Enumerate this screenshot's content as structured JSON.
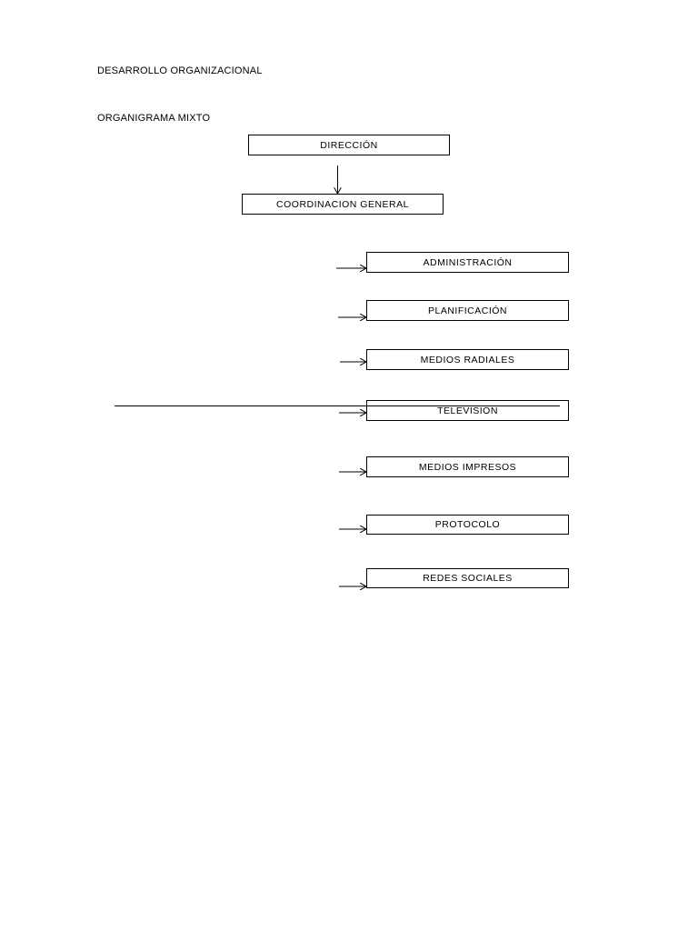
{
  "document": {
    "title": "DESARROLLO ORGANIZACIONAL",
    "subtitle": "ORGANIGRAMA MIXTO"
  },
  "organigram": {
    "top": "DIRECCIÓN",
    "second": "COORDINACION GENERAL",
    "departments": [
      "ADMINISTRACIÓN",
      "PLANIFICACIÓN",
      "MEDIOS RADIALES",
      "TELEVISIÓN",
      "MEDIOS IMPRESOS",
      "PROTOCOLO",
      "REDES SOCIALES"
    ]
  },
  "colors": {
    "line": "#000000",
    "box_border": "#000000",
    "background": "#ffffff"
  }
}
